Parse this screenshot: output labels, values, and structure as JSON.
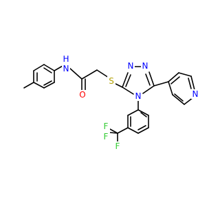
{
  "molecule": {
    "atoms": {
      "nh_n": {
        "text": "N",
        "color": "#0000ff"
      },
      "nh_h": {
        "text": "H",
        "color": "#0000ff"
      },
      "o": {
        "text": "O",
        "color": "#ff0000"
      },
      "s": {
        "text": "S",
        "color": "#b2a000"
      },
      "triazole_n1": {
        "text": "N",
        "color": "#0000ff"
      },
      "triazole_n2": {
        "text": "N",
        "color": "#0000ff"
      },
      "triazole_n4": {
        "text": "N",
        "color": "#0000ff"
      },
      "pyridine_n": {
        "text": "N",
        "color": "#0000ff"
      },
      "f1": {
        "text": "F",
        "color": "#33cc33"
      },
      "f2": {
        "text": "F",
        "color": "#33cc33"
      },
      "f3": {
        "text": "F",
        "color": "#33cc33"
      }
    }
  }
}
